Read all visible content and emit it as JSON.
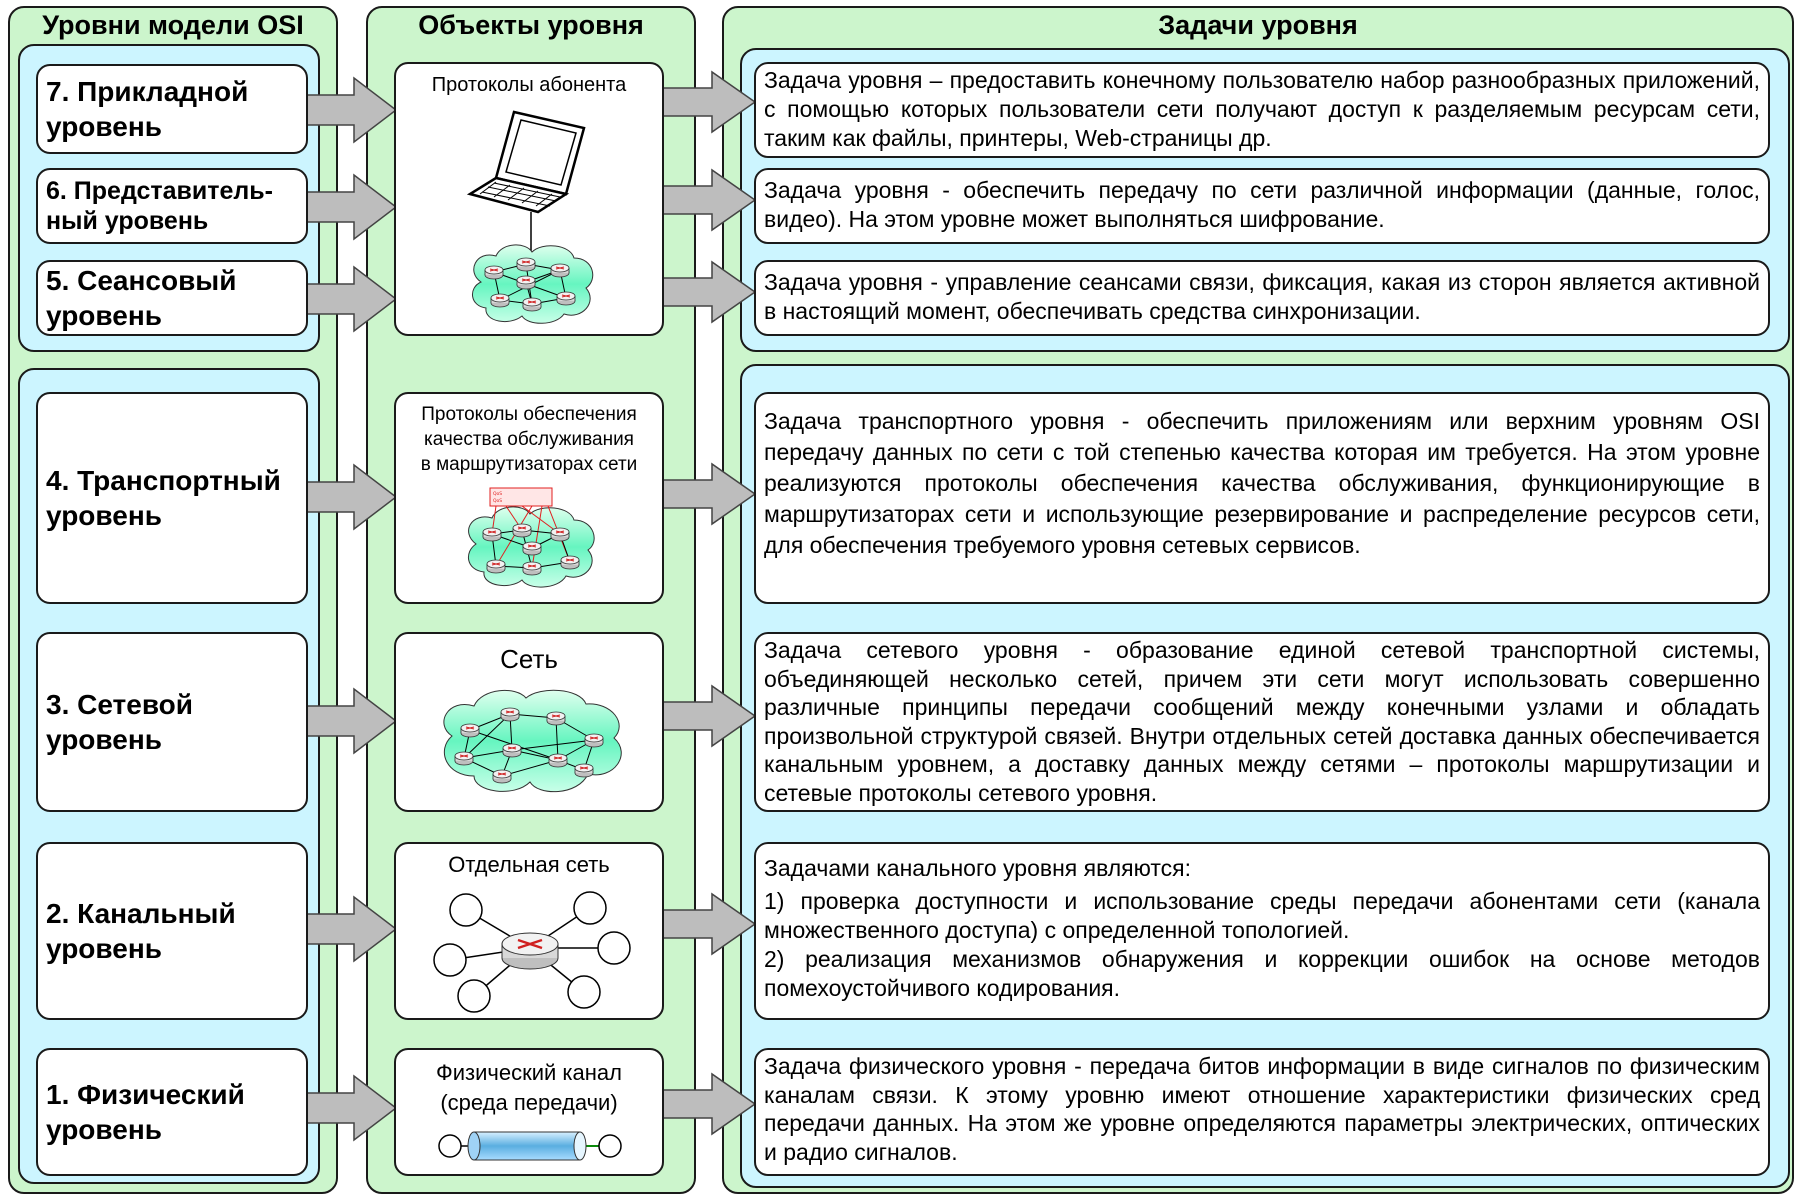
{
  "columns": {
    "layers_title": "Уровни модели OSI",
    "objects_title": "Объекты уровня",
    "tasks_title": "Задачи уровня"
  },
  "layers": [
    {
      "name": "7. Прикладной уровень",
      "line1": "7. Прикладной",
      "line2": "уровень"
    },
    {
      "name": "6. Представитель-ный уровень",
      "line1": "6. Представитель-",
      "line2": "ный уровень"
    },
    {
      "name": "5. Сеансовый уровень",
      "line1": "5. Сеансовый",
      "line2": "уровень"
    },
    {
      "name": "4. Транспортный уровень",
      "line1": "4. Транспортный",
      "line2": "уровень"
    },
    {
      "name": "3. Сетевой уровень",
      "line1": "3. Сетевой",
      "line2": "уровень"
    },
    {
      "name": "2. Канальный уровень",
      "line1": "2. Канальный",
      "line2": "уровень"
    },
    {
      "name": "1. Физический уровень",
      "line1": "1. Физический",
      "line2": "уровень"
    }
  ],
  "objects": {
    "upper": "Протоколы абонента",
    "transport": [
      "Протоколы обеспечения",
      "качества обслуживания",
      "в маршрутизаторах сети"
    ],
    "network": "Сеть",
    "datalink": "Отдельная сеть",
    "physical": [
      "Физический канал",
      "(среда передачи)"
    ]
  },
  "tasks": {
    "application": "Задача уровня – предоставить конечному пользователю набор разнообразных приложений, с помощью которых пользователи сети получают доступ к разделяемым ресурсам сети, таким как файлы, принтеры, Web-страницы др.",
    "presentation": "Задача уровня - обеспечить передачу по сети различной информации (данные, голос, видео). На этом уровне может выполняться шифрование.",
    "session": "Задача уровня - управление сеансами связи, фиксация, какая из сторон является активной в настоящий момент, обеспечивать средства синхронизации.",
    "transport": "Задача транспортного уровня - обеспечить приложениям или верхним уровням OSI передачу данных по сети с той степенью качества которая им требуется. На этом уровне реализуются протоколы обеспечения качества обслуживания, функционирующие в маршрутизаторах сети и использующие резервирование и распределение ресурсов сети, для обеспечения требуемого уровня сетевых сервисов.",
    "network": "Задача сетевого уровня - образование единой сетевой транспортной системы, объединяющей несколько сетей, причем эти сети могут использовать совершенно различные принципы передачи сообщений между конечными узлами и обладать произвольной структурой связей. Внутри отдельных сетей доставка данных обеспечивается канальным уровнем, а доставку данных между сетями – протоколы маршрутизации и сетевые протоколы сетевого уровня.",
    "datalink_intro": "Задачами канального уровня являются:",
    "datalink_1": "1) проверка доступности и использование среды передачи абонентами сети (канала множественного доступа) с определенной топологией.",
    "datalink_2": "2) реализация механизмов обнаружения и коррекции ошибок на основе методов помехоустойчивого кодирования.",
    "physical": "Задача физического уровня - передача битов информации в виде сигналов по физическим каналам связи. К этому уровню имеют отношение характеристики физических сред передачи данных. На этом же уровне определяются параметры электрических, оптических и радио сигналов."
  },
  "colors": {
    "column_green": "#ccf5cc",
    "group_cyan": "#ccf5ff",
    "arrow_gray": "#bdbdbd",
    "cloud_green": "#66ffcc",
    "qos_red": "#e02020"
  }
}
